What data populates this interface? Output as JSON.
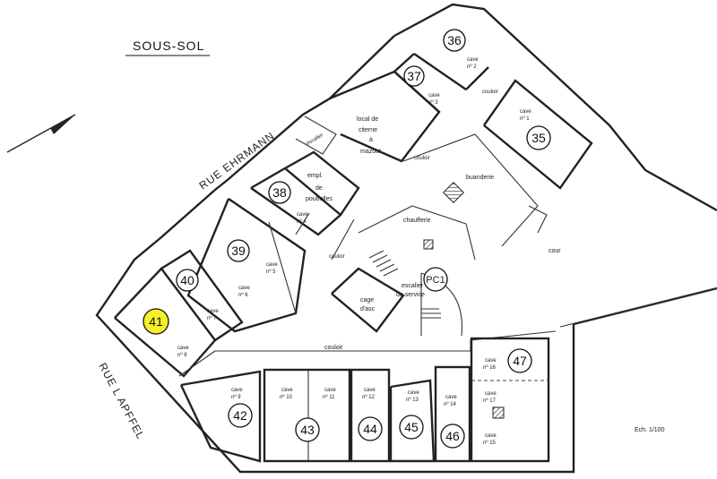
{
  "title": "SOUS-SOL",
  "streets": {
    "north": "RUE EHRMANN",
    "west": "RUE L APFFEL"
  },
  "scale": "Ech. 1/100",
  "rooms": {
    "local": [
      "local de",
      "citerne",
      "à",
      "mazout"
    ],
    "emplacement": [
      "empl.",
      "de",
      "poubelles"
    ],
    "escalier_top": "escalier",
    "escalier_service": [
      "escalier",
      "de service"
    ],
    "buanderie": "buanderie",
    "chaufferie": "chaufferie",
    "cour": "cour",
    "cage": [
      "cage",
      "d'asc"
    ],
    "couloir_1": "couloir",
    "couloir_2": "couloir",
    "couloir_3": "couloir",
    "couloir_4": "couloir"
  },
  "caves": {
    "c1": [
      "cave",
      "nº 1"
    ],
    "c2": [
      "cave",
      "nº 2"
    ],
    "c3": [
      "cave",
      "nº 3"
    ],
    "c4": [
      "cave",
      "nº 4"
    ],
    "c5": [
      "cave",
      "nº 5"
    ],
    "c6": [
      "cave",
      "nº 6"
    ],
    "c7": [
      "cave",
      "nº 7"
    ],
    "c8": [
      "cave",
      "nº 8"
    ],
    "c9": [
      "cave",
      "nº 9"
    ],
    "c10": [
      "cave",
      "nº 10"
    ],
    "c11": [
      "cave",
      "nº 11"
    ],
    "c12": [
      "cave",
      "nº 12"
    ],
    "c13": [
      "cave",
      "nº 13"
    ],
    "c14": [
      "cave",
      "nº 14"
    ],
    "c15": [
      "cave",
      "nº 15"
    ],
    "c16": [
      "cave",
      "nº 16"
    ],
    "c17": [
      "cave",
      "nº 17"
    ]
  },
  "markers": {
    "m35": "35",
    "m36": "36",
    "m37": "37",
    "m38": "38",
    "m39": "39",
    "m40": "40",
    "m41": "41",
    "m42": "42",
    "m43": "43",
    "m44": "44",
    "m45": "45",
    "m46": "46",
    "m47": "47",
    "pc1": "PC1"
  },
  "highlight_color": "#f5f02a"
}
